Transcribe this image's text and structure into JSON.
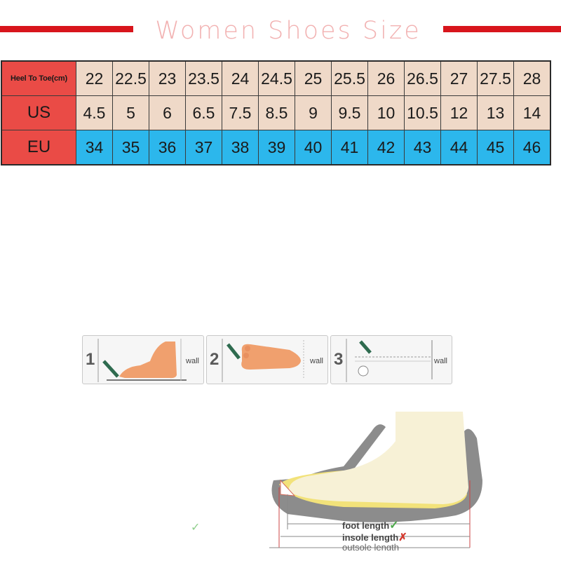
{
  "title": "Women Shoes Size",
  "size_chart": {
    "rows": [
      {
        "label": "Heel To Toe(cm)",
        "kind": "cm",
        "values": [
          "22",
          "22.5",
          "23",
          "23.5",
          "24",
          "24.5",
          "25",
          "25.5",
          "26",
          "26.5",
          "27",
          "27.5",
          "28"
        ]
      },
      {
        "label": "US",
        "kind": "us",
        "values": [
          "4.5",
          "5",
          "6",
          "6.5",
          "7.5",
          "8.5",
          "9",
          "9.5",
          "10",
          "10.5",
          "12",
          "13",
          "14"
        ]
      },
      {
        "label": "EU",
        "kind": "eu",
        "values": [
          "34",
          "35",
          "36",
          "37",
          "38",
          "39",
          "40",
          "41",
          "42",
          "43",
          "44",
          "45",
          "46"
        ]
      }
    ]
  },
  "steps": [
    {
      "number": "1",
      "wall_label": "wall"
    },
    {
      "number": "2",
      "wall_label": "wall"
    },
    {
      "number": "3",
      "wall_label": "wall"
    }
  ],
  "shoe_diagram": {
    "foot_length": "foot length",
    "insole_length": "insole length",
    "outsole_length": "outsole length"
  },
  "colors": {
    "title_red": "#d8151c",
    "header_red": "#ea4b46",
    "cell_beige": "#efd9c8",
    "eu_blue": "#2cb7ec"
  }
}
